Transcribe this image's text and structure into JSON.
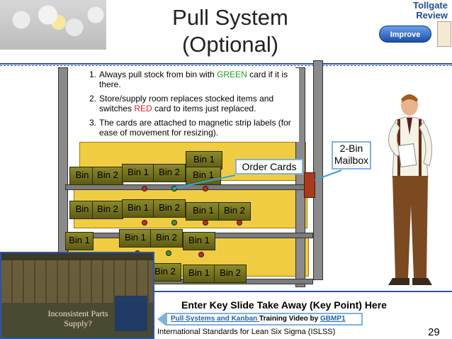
{
  "slide": {
    "title_line1": "Pull System",
    "title_line2": "(Optional)",
    "tollgate_line1": "Tollgate",
    "tollgate_line2": "Review",
    "badge": "Improve",
    "notes": [
      {
        "num": "1.",
        "pre": "Always pull stock from bin with ",
        "hl": "GREEN",
        "post": " card if it is there."
      },
      {
        "num": "2.",
        "pre": "Store/supply room replaces stocked items and switches ",
        "hl": "RED",
        "post": " card to items just replaced."
      },
      {
        "num": "3.",
        "pre": "The cards are attached to magnetic strip labels (for ease of movement for resizing).",
        "hl": "",
        "post": ""
      }
    ],
    "order_cards": "Order Cards",
    "mailbox_line1": "2-Bin",
    "mailbox_line2": "Mailbox",
    "bin1": "Bin 1",
    "bin2": "Bin 2",
    "bin_cut": "Bin",
    "video_caption_line1": "Inconsistent Parts",
    "video_caption_line2": "Supply?",
    "takeaway": "Enter Key Slide Take Away (Key Point) Here",
    "link_text": "Pull Systems and Kanban ",
    "link_mid": "Training Video by ",
    "link_author": "GBMP1",
    "footer": "International Standards for Lean Six Sigma (ISLSS)",
    "page_number": "29"
  }
}
